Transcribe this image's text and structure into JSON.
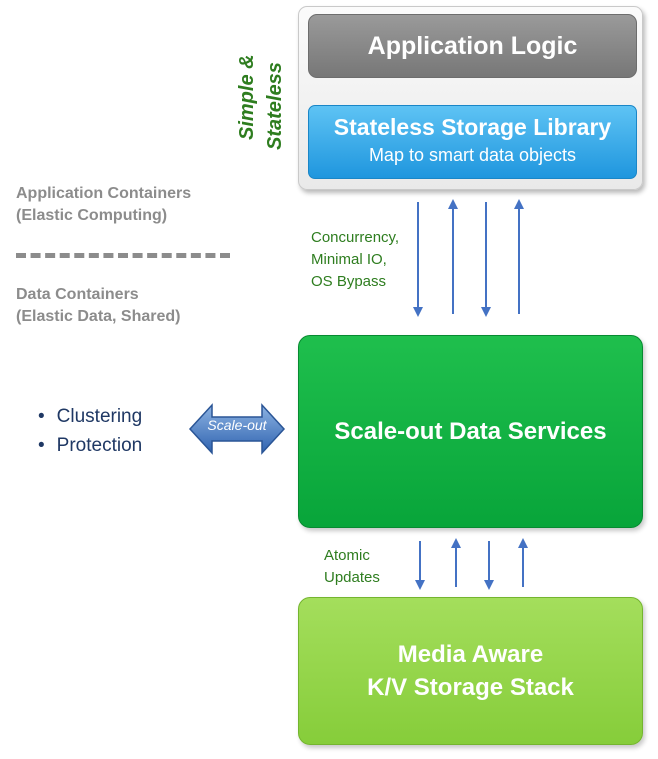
{
  "top_panel": {
    "side_title_line1": "Simple &",
    "side_title_line2": "Stateless",
    "app_logic": "Application Logic",
    "storage_library": {
      "title": "Stateless Storage Library",
      "subtitle": "Map to smart data objects"
    }
  },
  "left_labels": {
    "app_containers_line1": "Application Containers",
    "app_containers_line2": "(Elastic Computing)",
    "data_containers_line1": "Data Containers",
    "data_containers_line2": "(Elastic Data, Shared)"
  },
  "upper_link_labels": [
    "Concurrency,",
    "Minimal IO,",
    "OS Bypass"
  ],
  "data_services": {
    "title": "Scale-out Data Services",
    "bullets": [
      "Clustering",
      "Protection"
    ],
    "scaleout_arrow_label": "Scale-out"
  },
  "lower_link_labels": [
    "Atomic",
    "Updates"
  ],
  "media_stack": {
    "line1": "Media Aware",
    "line2": "K/V Storage Stack"
  },
  "colors": {
    "app_logic": "#888888",
    "storage_library": "#2aa3e6",
    "data_services": "#13b243",
    "media_stack": "#93d548",
    "arrows": "#4472c4",
    "green_text": "#2e7d1f",
    "gray_text": "#8c8c8c",
    "bullet_text": "#1f3864"
  }
}
